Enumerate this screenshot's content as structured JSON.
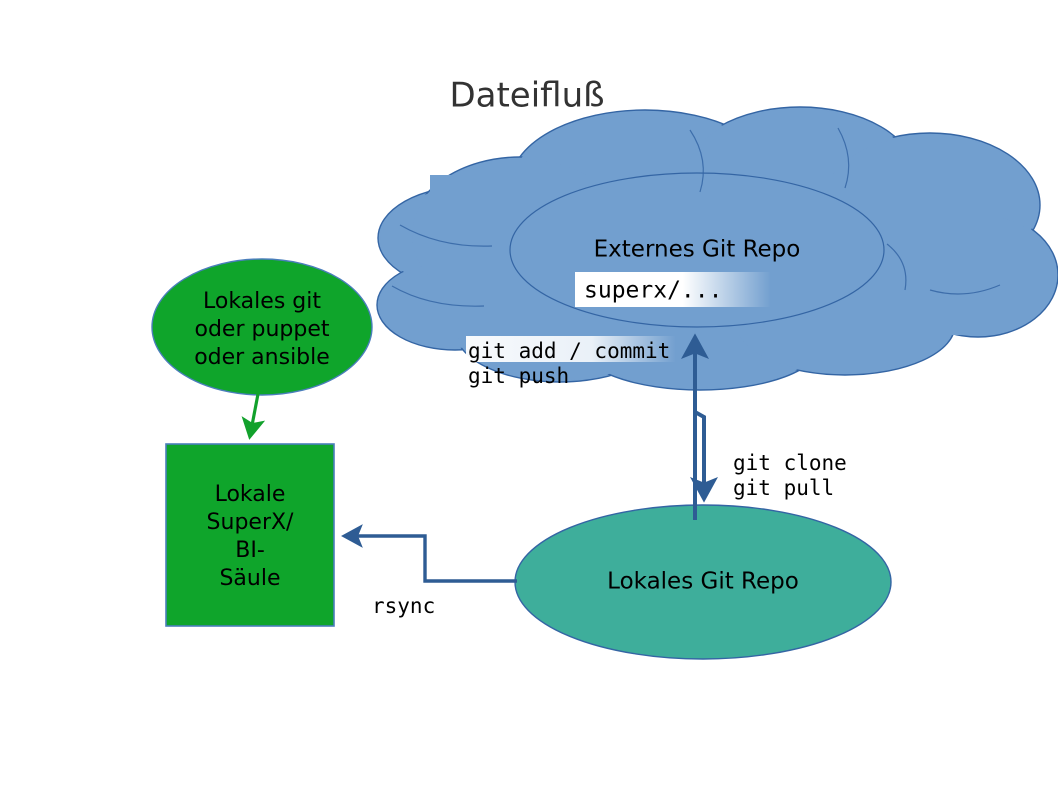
{
  "title": "Dateifluß",
  "colors": {
    "cloud_fill": "#729FCF",
    "cloud_stroke": "#3465A4",
    "green_fill": "#0FA52B",
    "green_stroke": "#4A7EBB",
    "green_arrow": "#12A12C",
    "teal_fill": "#3EAE9B",
    "teal_stroke": "#3465A4",
    "arrow_blue": "#2E5C94",
    "title_color": "#333333",
    "text_color": "#000000",
    "background": "#FFFFFF"
  },
  "nodes": {
    "external_repo": {
      "label": "Externes Git Repo",
      "path_label": "superx/...",
      "shape": "cloud"
    },
    "local_tooling": {
      "lines": [
        "Lokales git",
        "oder puppet",
        "oder ansible"
      ],
      "shape": "ellipse"
    },
    "local_superx": {
      "lines": [
        "Lokale",
        "SuperX/",
        "BI-",
        "Säule"
      ],
      "shape": "rectangle"
    },
    "local_repo": {
      "label": "Lokales Git Repo",
      "shape": "ellipse"
    }
  },
  "edges": {
    "push": {
      "lines": [
        "git add / commit",
        "git push"
      ],
      "from": "local_repo",
      "to": "external_repo",
      "direction": "up"
    },
    "clone": {
      "lines": [
        "git clone",
        "git pull"
      ],
      "from": "external_repo",
      "to": "local_repo",
      "direction": "down"
    },
    "rsync": {
      "lines": [
        "rsync"
      ],
      "from": "local_repo",
      "to": "local_superx",
      "direction": "left"
    },
    "provision": {
      "lines": [],
      "from": "local_tooling",
      "to": "local_superx",
      "direction": "down"
    }
  }
}
